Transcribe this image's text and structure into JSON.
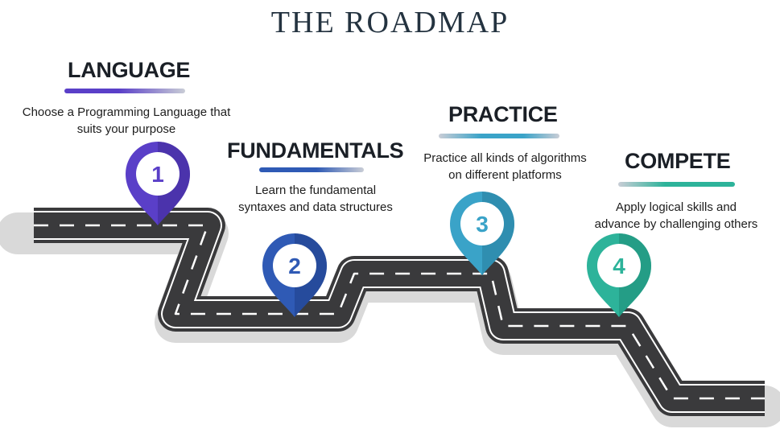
{
  "title": "THE ROADMAP",
  "steps": [
    {
      "number": "1",
      "heading": "LANGUAGE",
      "desc_line1": "Choose a Programming Language that",
      "desc_line2": "suits your purpose",
      "color": "#5a3fc8",
      "color_dark": "#3f2a96"
    },
    {
      "number": "2",
      "heading": "FUNDAMENTALS",
      "desc_line1": "Learn the fundamental",
      "desc_line2": "syntaxes and data structures",
      "color": "#2f5ab5",
      "color_dark": "#1f3f86"
    },
    {
      "number": "3",
      "heading": "PRACTICE",
      "desc_line1": "Practice all kinds of algorithms",
      "desc_line2": "on different platforms",
      "color": "#3aa3c8",
      "color_dark": "#267e9c"
    },
    {
      "number": "4",
      "heading": "COMPETE",
      "desc_line1": "Apply logical skills and",
      "desc_line2": "advance by challenging others",
      "color": "#2db39a",
      "color_dark": "#1e8a76"
    }
  ],
  "road": {
    "color": "#3a3a3c",
    "edge": "#ffffff",
    "shadow": "#d9d9d9"
  }
}
